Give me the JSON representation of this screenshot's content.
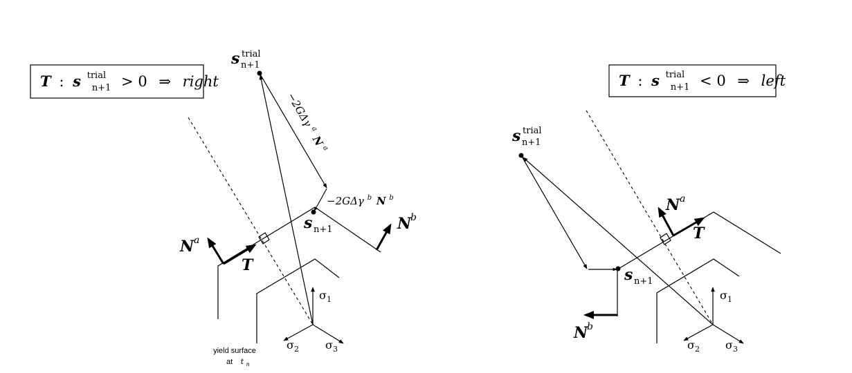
{
  "left": {
    "condition_box": {
      "T": "T",
      "colon": ":",
      "s": "s",
      "sup": "trial",
      "sub": "n+1",
      "comparison": "> 0",
      "implies": "⇒",
      "result": "right"
    },
    "s_trial": {
      "s": "s",
      "sup": "trial",
      "sub": "n+1"
    },
    "s_next": {
      "s": "s",
      "sub": "n+1"
    },
    "correction_a": "−2GΔγ",
    "correction_a_sup": "a",
    "correction_a_N": "N",
    "correction_a_N_sup": "a",
    "correction_b": "−2GΔγ",
    "correction_b_sup": "b",
    "correction_b_N": "N",
    "correction_b_N_sup": "b",
    "N_a": {
      "N": "N",
      "sup": "a"
    },
    "N_b": {
      "N": "N",
      "sup": "b"
    },
    "T": "T",
    "sigma1": {
      "s": "σ",
      "sub": "1"
    },
    "sigma2": {
      "s": "σ",
      "sub": "2"
    },
    "sigma3": {
      "s": "σ",
      "sub": "3"
    },
    "yield_label_line1": "yield surface",
    "yield_label_at": "at",
    "yield_label_t": "t",
    "yield_label_t_sub": "n"
  },
  "right": {
    "condition_box": {
      "T": "T",
      "colon": ":",
      "s": "s",
      "sup": "trial",
      "sub": "n+1",
      "comparison": "< 0",
      "implies": "⇒",
      "result": "left"
    },
    "s_trial": {
      "s": "s",
      "sup": "trial",
      "sub": "n+1"
    },
    "s_next": {
      "s": "s",
      "sub": "n+1"
    },
    "N_a": {
      "N": "N",
      "sup": "a"
    },
    "N_b": {
      "N": "N",
      "sup": "b"
    },
    "T": "T",
    "sigma1": {
      "s": "σ",
      "sub": "1"
    },
    "sigma2": {
      "s": "σ",
      "sub": "2"
    },
    "sigma3": {
      "s": "σ",
      "sub": "3"
    }
  }
}
